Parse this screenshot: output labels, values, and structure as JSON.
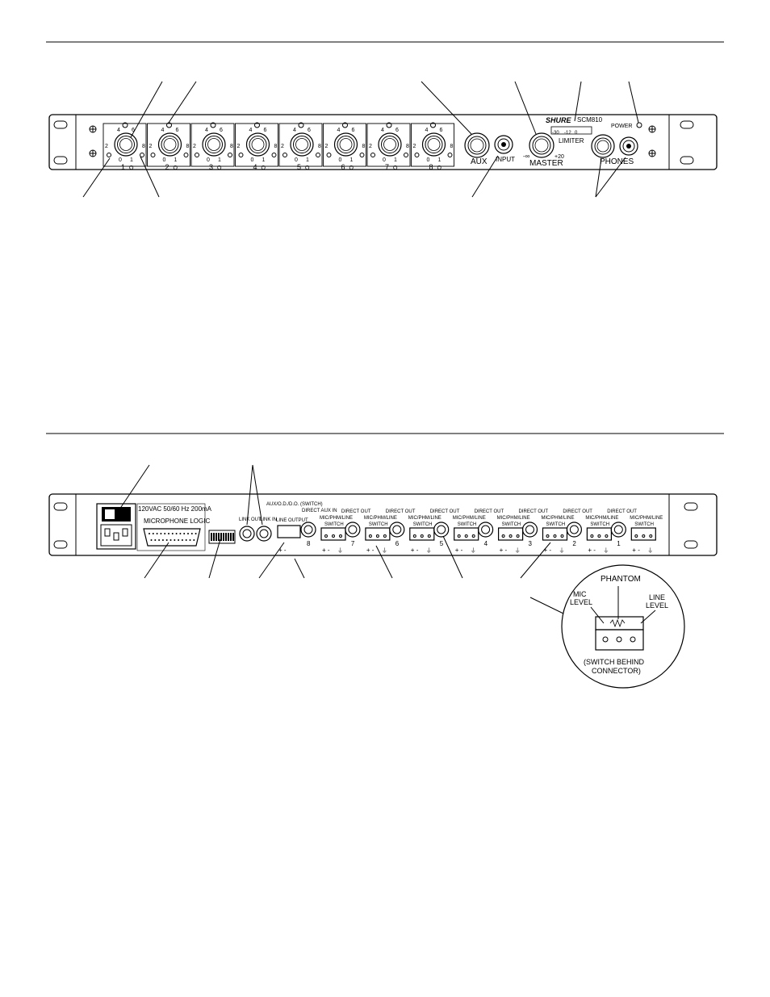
{
  "front_panel": {
    "brand": "SHURE",
    "model": "SCM810",
    "power_label": "POWER",
    "gr_scale": [
      "-30",
      "-12",
      "0"
    ],
    "limiter_label": "LIMITER",
    "master_label": "MASTER",
    "master_min": "-∞",
    "master_max": "+20",
    "aux_label": "AUX",
    "input_label": "INPUT",
    "phones_label": "PHONES",
    "channel_numbers": [
      "1",
      "2",
      "3",
      "4",
      "5",
      "6",
      "7",
      "8"
    ],
    "dial_top": [
      "4",
      "6"
    ],
    "dial_left": "2",
    "dial_right": "8",
    "dial_bottom": [
      "0",
      "1"
    ],
    "led_o_label": "O"
  },
  "rear_panel": {
    "power_rating": "120VAC 50/60 Hz 200mA",
    "logic_label": "MICROPHONE LOGIC",
    "link_out": "LINK OUT",
    "link_in": "LINK IN",
    "aux_switch": "AUX/O.D./D.O. (SWITCH)",
    "line_output": "LINE OUTPUT",
    "direct_aux_in": "DIRECT AUX IN",
    "direct_out": "DIRECT OUT",
    "mic_phm_line": "MIC/PHM/LINE",
    "switch": "SWITCH",
    "plus_minus": "+ -",
    "ground": "⏚",
    "channel_numbers": [
      "8",
      "7",
      "6",
      "5",
      "4",
      "3",
      "2",
      "1"
    ]
  },
  "detail": {
    "phantom": "PHANTOM",
    "mic_level_1": "MIC",
    "mic_level_2": "LEVEL",
    "line_level_1": "LINE",
    "line_level_2": "LEVEL",
    "note_1": "(SWITCH BEHIND",
    "note_2": "CONNECTOR)"
  }
}
